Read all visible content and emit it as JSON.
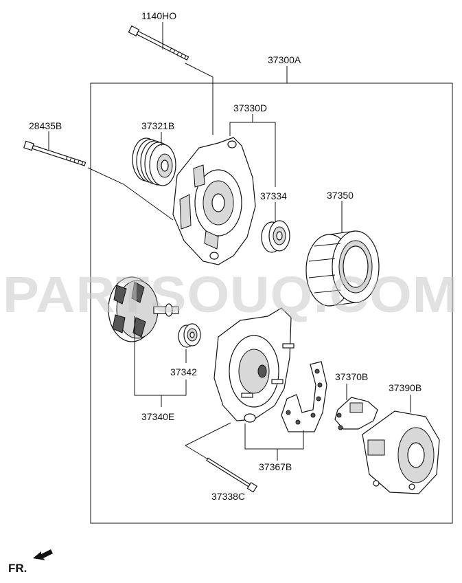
{
  "watermark": "PARTSOUQ.COM",
  "orientation": {
    "label": "FR."
  },
  "parts": [
    {
      "id": "p_1140HO",
      "code": "1140HO",
      "name": "bolt"
    },
    {
      "id": "p_37300A",
      "code": "37300A",
      "name": "alternator assembly"
    },
    {
      "id": "p_28435B",
      "code": "28435B",
      "name": "bolt"
    },
    {
      "id": "p_37321B",
      "code": "37321B",
      "name": "pulley"
    },
    {
      "id": "p_37330D",
      "code": "37330D",
      "name": "front bracket"
    },
    {
      "id": "p_37334",
      "code": "37334",
      "name": "bearing"
    },
    {
      "id": "p_37350",
      "code": "37350",
      "name": "stator"
    },
    {
      "id": "p_37342",
      "code": "37342",
      "name": "bearing"
    },
    {
      "id": "p_37340E",
      "code": "37340E",
      "name": "rotor"
    },
    {
      "id": "p_37370B",
      "code": "37370B",
      "name": "regulator"
    },
    {
      "id": "p_37390B",
      "code": "37390B",
      "name": "rear cover"
    },
    {
      "id": "p_37367B",
      "code": "37367B",
      "name": "rectifier"
    },
    {
      "id": "p_37338C",
      "code": "37338C",
      "name": "through bolt"
    }
  ]
}
